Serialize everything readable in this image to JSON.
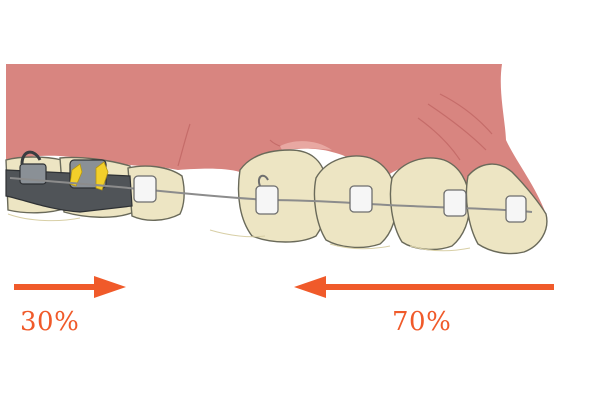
{
  "colors": {
    "gum": "#d88580",
    "gum_shadow": "#c56c69",
    "gum_highlight": "#e8a8a2",
    "tooth": "#ede5c3",
    "tooth_shade": "#d8cfa6",
    "tooth_outline": "#6a6a5a",
    "bracket": "#f6f6f6",
    "wire": "#8c8c8c",
    "molar_band": "#505458",
    "elastic": "#f2cf2a",
    "arrow": "#f05a2a"
  },
  "left_force": {
    "percent_label": "30%",
    "direction": "right"
  },
  "right_force": {
    "percent_label": "70%",
    "direction": "left"
  }
}
